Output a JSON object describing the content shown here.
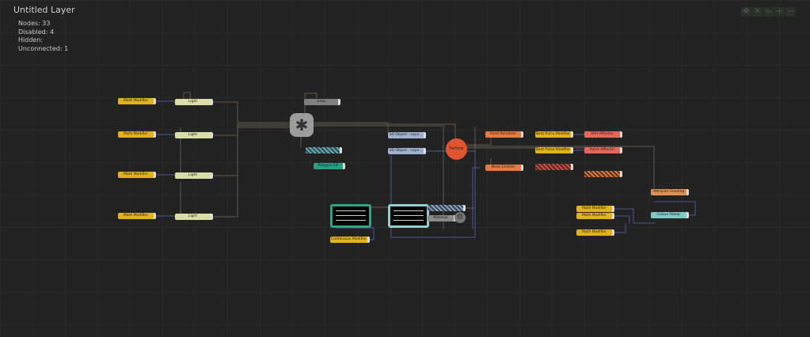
{
  "header": {
    "title": "Untitled  Layer"
  },
  "stats": [
    {
      "label": "Nodes:",
      "value": "33"
    },
    {
      "label": "Disabled:",
      "value": "4"
    },
    {
      "label": "Hidden:",
      "value": ""
    },
    {
      "label": "Unconnected:",
      "value": "1"
    }
  ],
  "toolbar": [
    {
      "icon": "fit-icon",
      "glyph": "✥"
    },
    {
      "icon": "expand-icon",
      "glyph": "✕"
    },
    {
      "icon": "equal-icon",
      "glyph": "="
    },
    {
      "icon": "zoom-in-icon",
      "glyph": "+"
    },
    {
      "icon": "zoom-out-icon",
      "glyph": "−"
    }
  ],
  "nodes": {
    "math1": "Math  Modifier",
    "math2": "Math  Modifier",
    "math3": "Math  Modifier",
    "math4": "Math  Modifier",
    "light1": "Light",
    "light2": "Light",
    "light3": "Light",
    "light4": "Light",
    "glow": "Glow",
    "polygon": "Polygon  2D",
    "obj1": "3D  Object  :  Laye...",
    "obj2": "3D  Object  :  Laye...",
    "particle": "Particle",
    "point_renderer": "Point  Renderer",
    "mesh_emitter": "Mesh  Emitter",
    "beat1": "Beat  Pulse  Modifier",
    "beat2": "Beat  Pulse  Modifier",
    "sph": "SPH  Affector",
    "force": "Force  Affector",
    "attr": "Attribute  Shading",
    "math5": "Math  Modifier",
    "math6": "Math  Modifier",
    "math7": "Math  Modifier",
    "ramp": "Colour  Ramp",
    "material": "Material",
    "continuous": "Continuous  Modifier"
  }
}
